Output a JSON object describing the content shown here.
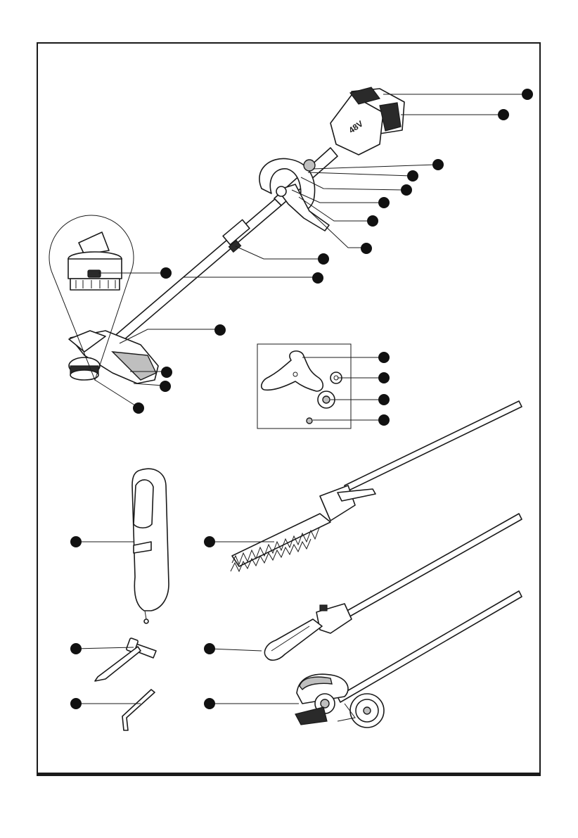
{
  "figure": {
    "kind": "exploded parts diagram",
    "callout_color": "#111111",
    "line_color": "#1a1a1a",
    "callout_count": 24,
    "callouts_labeled": false,
    "battery_marking": "48V"
  }
}
